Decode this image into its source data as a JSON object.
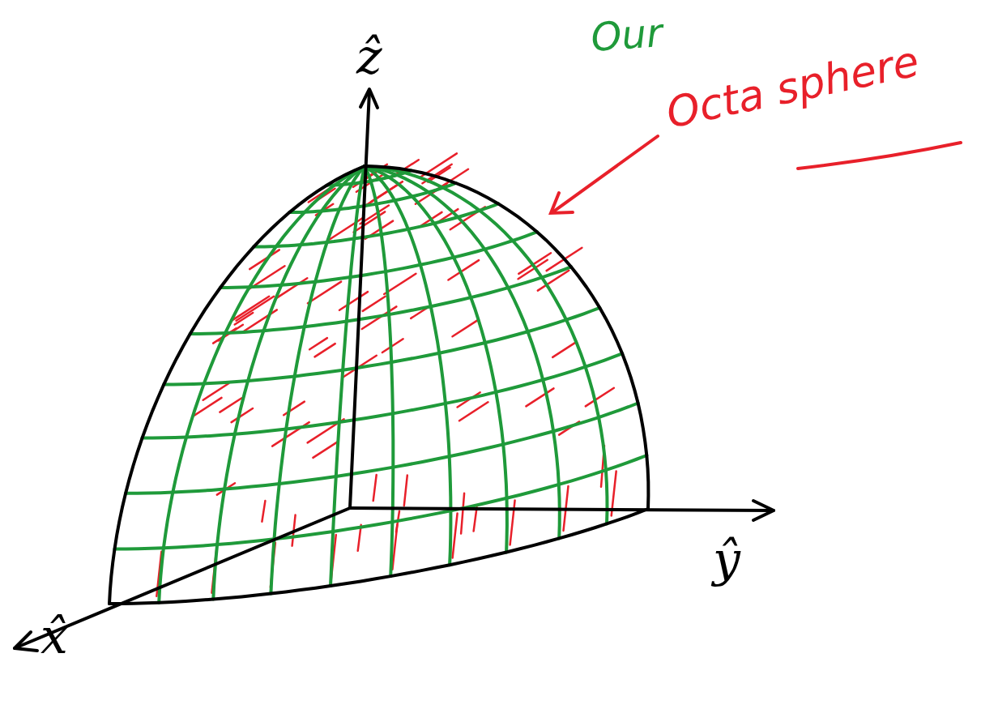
{
  "diagram": {
    "labels": [
      "ẑ",
      "ŷ",
      "x̂",
      "Our",
      "Octa sphere"
    ]
  }
}
